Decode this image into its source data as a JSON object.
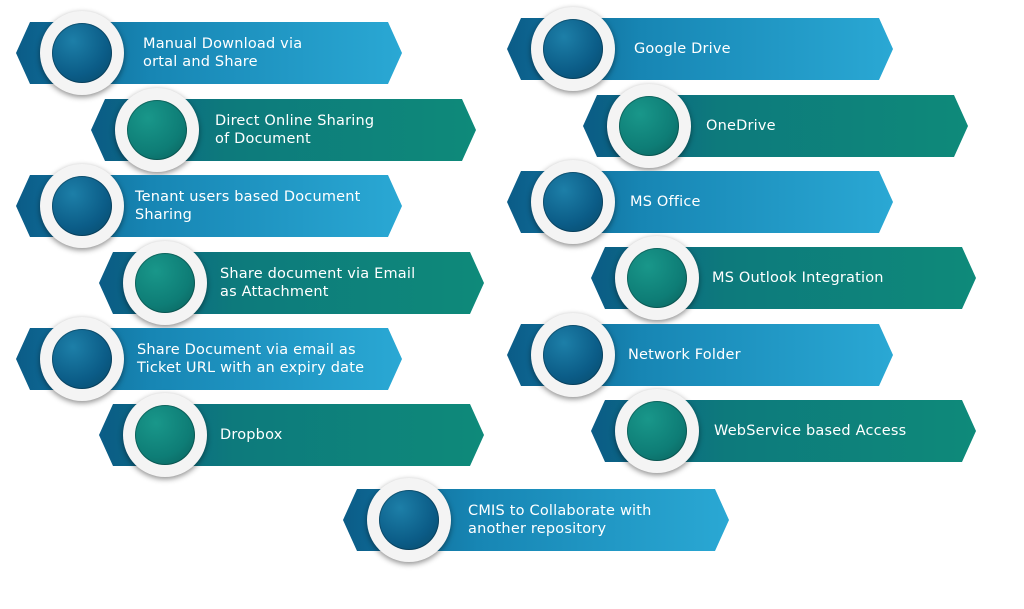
{
  "colors": {
    "blue_start": "#0b5c87",
    "blue_end": "#2aa8d4",
    "teal_start": "#0b5c87",
    "teal_end": "#0e8a7a",
    "circle_blue": "#0b5c87",
    "circle_teal": "#0e7d76"
  },
  "items": [
    {
      "id": "manual-download",
      "variant": "blue",
      "lines": [
        "Manual Download via",
        "ortal and Share"
      ]
    },
    {
      "id": "direct-online-sharing",
      "variant": "teal",
      "lines": [
        "Direct Online Sharing",
        "of Document"
      ]
    },
    {
      "id": "tenant-users",
      "variant": "blue",
      "lines": [
        "Tenant users based Document",
        "Sharing"
      ]
    },
    {
      "id": "share-email-attachment",
      "variant": "teal",
      "lines": [
        "Share document via Email",
        "as Attachment"
      ]
    },
    {
      "id": "share-email-ticket",
      "variant": "blue",
      "lines": [
        "Share Document via email as",
        "Ticket URL with an expiry date"
      ]
    },
    {
      "id": "dropbox",
      "variant": "teal",
      "lines": [
        "Dropbox"
      ]
    },
    {
      "id": "google-drive",
      "variant": "blue",
      "lines": [
        "Google Drive"
      ]
    },
    {
      "id": "onedrive",
      "variant": "teal",
      "lines": [
        "OneDrive"
      ]
    },
    {
      "id": "ms-office",
      "variant": "blue",
      "lines": [
        "MS Office"
      ]
    },
    {
      "id": "ms-outlook",
      "variant": "teal",
      "lines": [
        "MS Outlook Integration"
      ]
    },
    {
      "id": "network-folder",
      "variant": "blue",
      "lines": [
        "Network Folder"
      ]
    },
    {
      "id": "webservice-access",
      "variant": "teal",
      "lines": [
        "WebService based Access"
      ]
    },
    {
      "id": "cmis",
      "variant": "blue",
      "lines": [
        "CMIS to Collaborate with",
        "another repository"
      ]
    }
  ]
}
